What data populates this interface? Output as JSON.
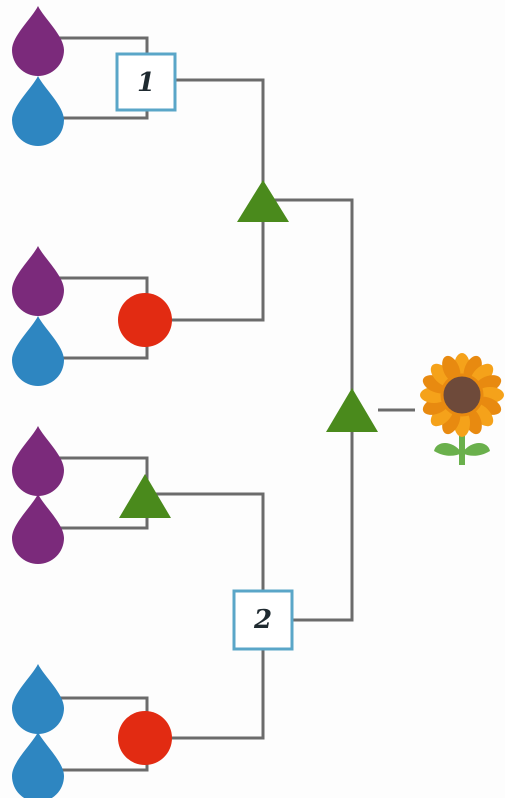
{
  "colors": {
    "line": "#6b6b6b",
    "purple_drop": "#7b2a7b",
    "blue_drop": "#2e86c1",
    "red_circle": "#e22b12",
    "green_triangle": "#4a8a1c",
    "box_border": "#5aa6c8",
    "box_fill": "#ffffff",
    "petal": "#f5a21a",
    "petal_dark": "#e88a10",
    "flower_center": "#6e4a3a",
    "stem": "#6ab04c"
  },
  "boxes": {
    "box1_label": "1",
    "box2_label": "2"
  },
  "drops": [
    {
      "id": "drop-1",
      "color": "purple"
    },
    {
      "id": "drop-2",
      "color": "blue"
    },
    {
      "id": "drop-3",
      "color": "purple"
    },
    {
      "id": "drop-4",
      "color": "blue"
    },
    {
      "id": "drop-5",
      "color": "purple"
    },
    {
      "id": "drop-6",
      "color": "purple"
    },
    {
      "id": "drop-7",
      "color": "blue"
    },
    {
      "id": "drop-8",
      "color": "blue"
    }
  ]
}
